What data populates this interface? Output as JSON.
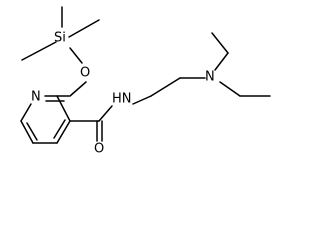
{
  "labels": {
    "si": "Si",
    "o_ether": "O",
    "n_ring": "N",
    "n_amide": "HN",
    "o_carbonyl": "O",
    "n_amine": "N"
  }
}
